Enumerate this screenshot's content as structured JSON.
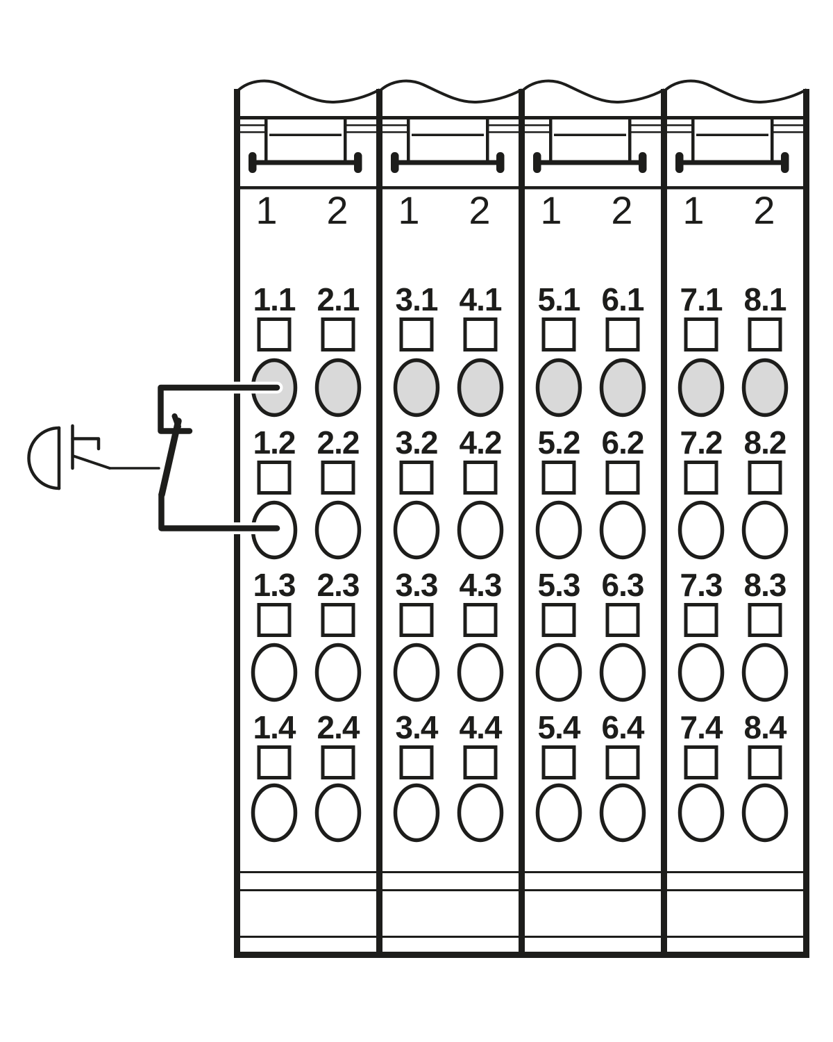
{
  "diagram": {
    "type": "terminal-module-wiring-diagram",
    "description": "Four I/O terminal modules with two terminal columns each; an external contact with proximity actuator is wired to terminals 1.1 and 1.2",
    "colors": {
      "line": "#1d1d1b",
      "energized_terminal_fill": "#d9d9d9",
      "terminal_fill": "#ffffff",
      "background": "#ffffff"
    },
    "symbols": {
      "actuator": "proximity-actuator-icon",
      "contact": "normally-open-contact-icon",
      "connected_terminals": [
        "1.1",
        "1.2"
      ]
    }
  },
  "modules": [
    {
      "columns": [
        {
          "label": "1",
          "terminals": [
            "1.1",
            "1.2",
            "1.3",
            "1.4"
          ]
        },
        {
          "label": "2",
          "terminals": [
            "2.1",
            "2.2",
            "2.3",
            "2.4"
          ]
        }
      ]
    },
    {
      "columns": [
        {
          "label": "1",
          "terminals": [
            "3.1",
            "3.2",
            "3.3",
            "3.4"
          ]
        },
        {
          "label": "2",
          "terminals": [
            "4.1",
            "4.2",
            "4.3",
            "4.4"
          ]
        }
      ]
    },
    {
      "columns": [
        {
          "label": "1",
          "terminals": [
            "5.1",
            "5.2",
            "5.3",
            "5.4"
          ]
        },
        {
          "label": "2",
          "terminals": [
            "6.1",
            "6.2",
            "6.3",
            "6.4"
          ]
        }
      ]
    },
    {
      "columns": [
        {
          "label": "1",
          "terminals": [
            "7.1",
            "7.2",
            "7.3",
            "7.4"
          ]
        },
        {
          "label": "2",
          "terminals": [
            "8.1",
            "8.2",
            "8.3",
            "8.4"
          ]
        }
      ]
    }
  ]
}
